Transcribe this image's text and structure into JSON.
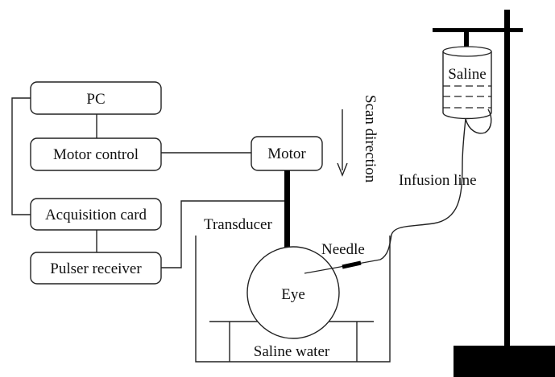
{
  "blocks": {
    "pc": "PC",
    "motor_control": "Motor control",
    "motor": "Motor",
    "acquisition_card": "Acquisition card",
    "pulser_receiver": "Pulser receiver"
  },
  "labels": {
    "scan_direction": "Scan direction",
    "transducer": "Transducer",
    "needle": "Needle",
    "eye": "Eye",
    "saline_water": "Saline water",
    "saline": "Saline",
    "infusion_line": "Infusion line"
  },
  "colors": {
    "line": "#222222",
    "fill": "#ffffff",
    "solid": "#000000"
  }
}
